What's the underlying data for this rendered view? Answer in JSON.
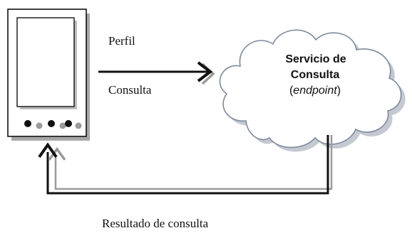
{
  "labels": {
    "profile": "Perfil",
    "query": "Consulta",
    "result": "Resultado de consulta"
  },
  "service": {
    "line1": "Servicio de",
    "line2": "Consulta",
    "paren_open": "(",
    "endpoint": "endpoint",
    "paren_close": ")"
  },
  "colors": {
    "ink": "#111111",
    "shadow": "#9a9a9a",
    "cloud_shadow": "#c4c9d2",
    "cloud_fill": "#ffffff"
  }
}
